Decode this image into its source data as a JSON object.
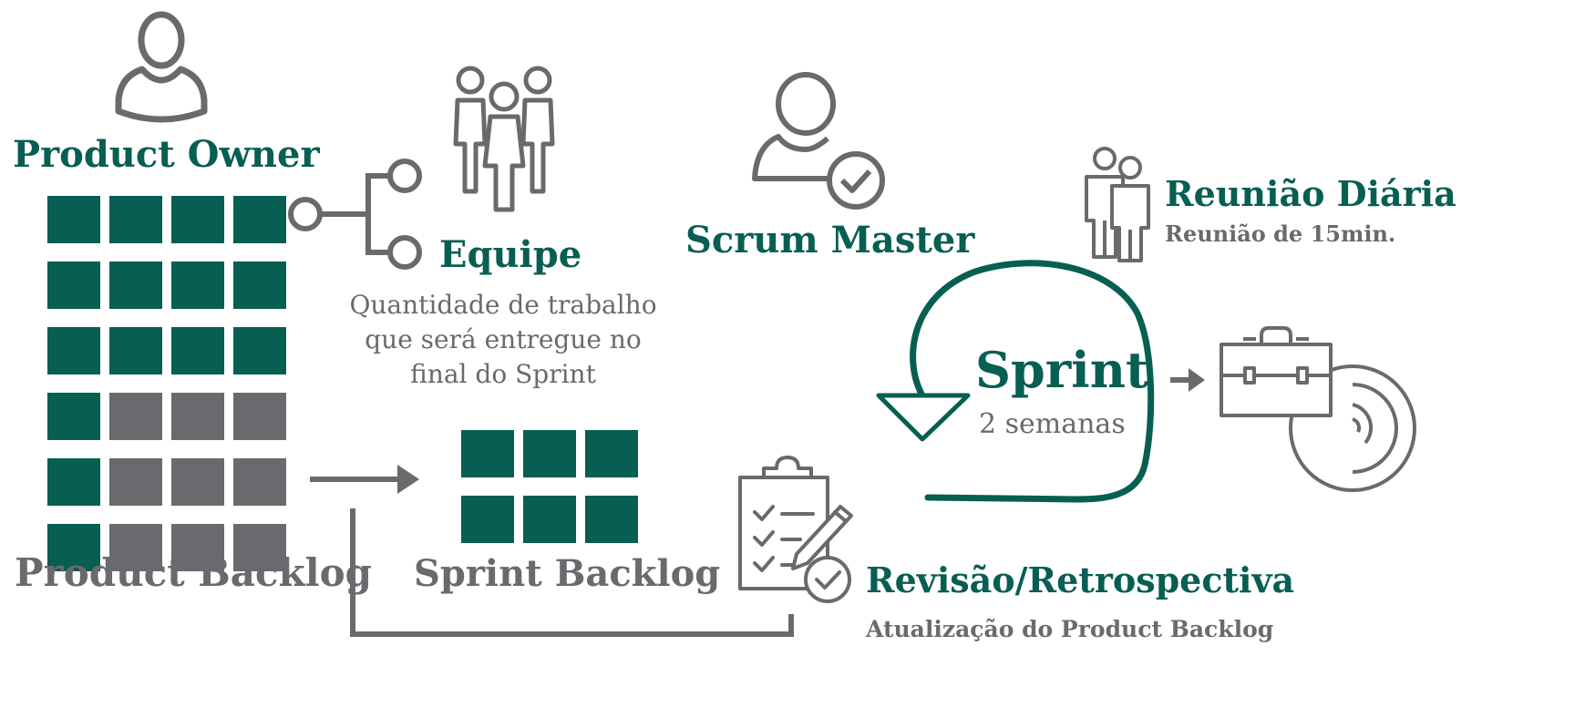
{
  "colors": {
    "green": "#075e52",
    "gray": "#6a696e"
  },
  "product_owner": {
    "label": "Product Owner",
    "icon": "person-icon"
  },
  "product_backlog": {
    "label": "Product Backlog",
    "rows": [
      [
        "g",
        "g",
        "g",
        "g"
      ],
      [
        "g",
        "g",
        "g",
        "g"
      ],
      [
        "g",
        "g",
        "g",
        "g"
      ],
      [
        "g",
        "s",
        "s",
        "s"
      ],
      [
        "g",
        "s",
        "s",
        "s"
      ],
      [
        "g",
        "s",
        "s",
        "s"
      ]
    ]
  },
  "equipe": {
    "label": "Equipe",
    "icon": "team-icon",
    "description_lines": [
      "Quantidade de trabalho",
      "que será entregue no",
      "final do Sprint"
    ]
  },
  "sprint_backlog": {
    "label": "Sprint Backlog",
    "rows": [
      [
        "g",
        "g",
        "g"
      ],
      [
        "g",
        "g",
        "g"
      ]
    ]
  },
  "scrum_master": {
    "label": "Scrum Master",
    "icon": "person-check-icon"
  },
  "reuniao_diaria": {
    "label": "Reunião Diária",
    "sublabel": "Reunião de 15min.",
    "icon": "two-people-icon"
  },
  "sprint": {
    "label": "Sprint",
    "sublabel": "2 semanas"
  },
  "revisao": {
    "label": "Revisão/Retrospectiva",
    "sublabel": "Atualização do Product Backlog",
    "icon": "clipboard-check-icon"
  },
  "increment": {
    "icon": "briefcase-icon"
  }
}
